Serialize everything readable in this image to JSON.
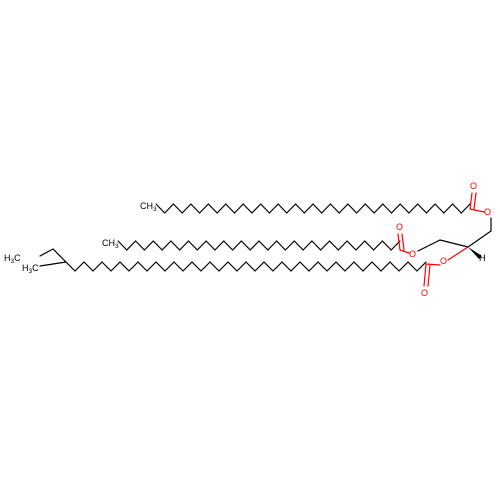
{
  "molecule": {
    "atom_labels": {
      "ester1_carbonyl_o": "O",
      "ester1_ether_o": "O",
      "ester2_carbonyl_o": "O",
      "ester2_ether_o": "O",
      "ester3_carbonyl_o": "O",
      "ester3_ether_o": "O",
      "stereo_h": "H",
      "chain1_terminal": "CH",
      "chain1_terminal_sub": "3",
      "chain2_terminal": "CH",
      "chain2_terminal_sub": "3",
      "chain3_ethyl_terminal": "H",
      "chain3_ethyl_terminal_c": "C",
      "chain3_ethyl_terminal_sub": "3",
      "chain3_methyl_terminal": "H",
      "chain3_methyl_terminal_c": "C",
      "chain3_methyl_terminal_sub": "3"
    },
    "colors": {
      "bond": "#000000",
      "oxygen": "#ff0000",
      "carbon_label": "#000000"
    }
  }
}
